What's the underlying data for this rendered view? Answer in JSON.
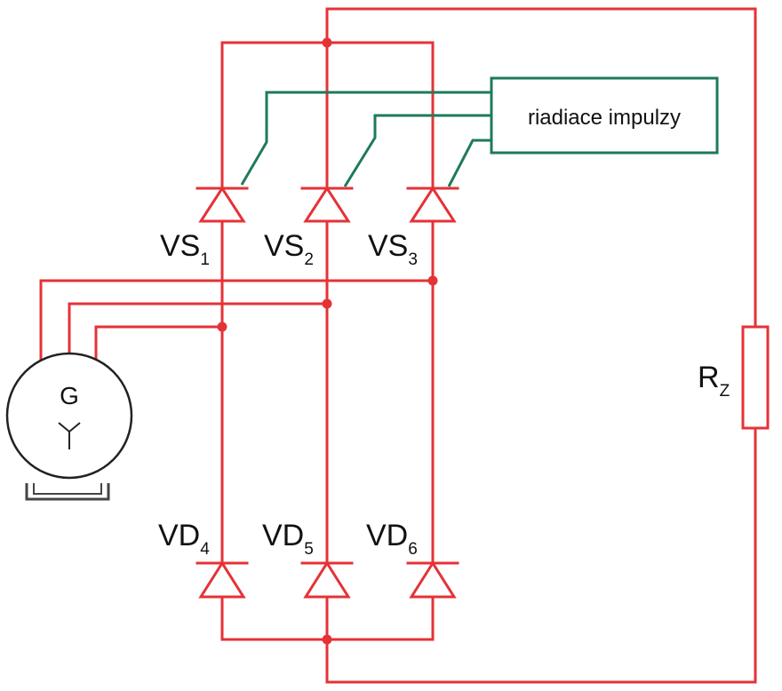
{
  "colors": {
    "wire": "#e53237",
    "control": "#1e7a5a",
    "text": "#111111"
  },
  "control_box": {
    "label": "riadiace impulzy"
  },
  "thyristors": [
    {
      "prefix": "VS",
      "sub": "1"
    },
    {
      "prefix": "VS",
      "sub": "2"
    },
    {
      "prefix": "VS",
      "sub": "3"
    }
  ],
  "diodes": [
    {
      "prefix": "VD",
      "sub": "4"
    },
    {
      "prefix": "VD",
      "sub": "5"
    },
    {
      "prefix": "VD",
      "sub": "6"
    }
  ],
  "load": {
    "prefix": "R",
    "sub": "Z"
  },
  "generator": {
    "letter": "G",
    "symbol": "Y"
  }
}
